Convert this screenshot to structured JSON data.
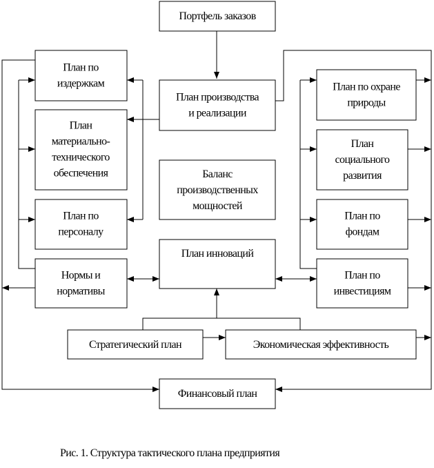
{
  "nodes": {
    "portfolio": [
      "Портфель заказов"
    ],
    "production_plan": [
      "План производства",
      "и реализации"
    ],
    "balance": [
      "Баланс",
      "производственных",
      "мощностей"
    ],
    "innovation_plan": [
      "План инноваций"
    ],
    "cost_plan": [
      "План по",
      "издержкам"
    ],
    "supply_plan": [
      "План",
      "материально-",
      "технического",
      "обеспечения"
    ],
    "personnel_plan": [
      "План по",
      "персоналу"
    ],
    "norms": [
      "Нормы и",
      "нормативы"
    ],
    "nature_plan": [
      "План по охране",
      "природы"
    ],
    "social_plan": [
      "План",
      "социального",
      "развития"
    ],
    "funds_plan": [
      "План по",
      "фондам"
    ],
    "investment_plan": [
      "План по",
      "инвестициям"
    ],
    "strategic_plan": [
      "Стратегический план"
    ],
    "economic_efficiency": [
      "Экономическая эффективность"
    ],
    "financial_plan": [
      "Финансовый план"
    ]
  },
  "caption": "Рис. 1. Структура тактического плана предприятия"
}
